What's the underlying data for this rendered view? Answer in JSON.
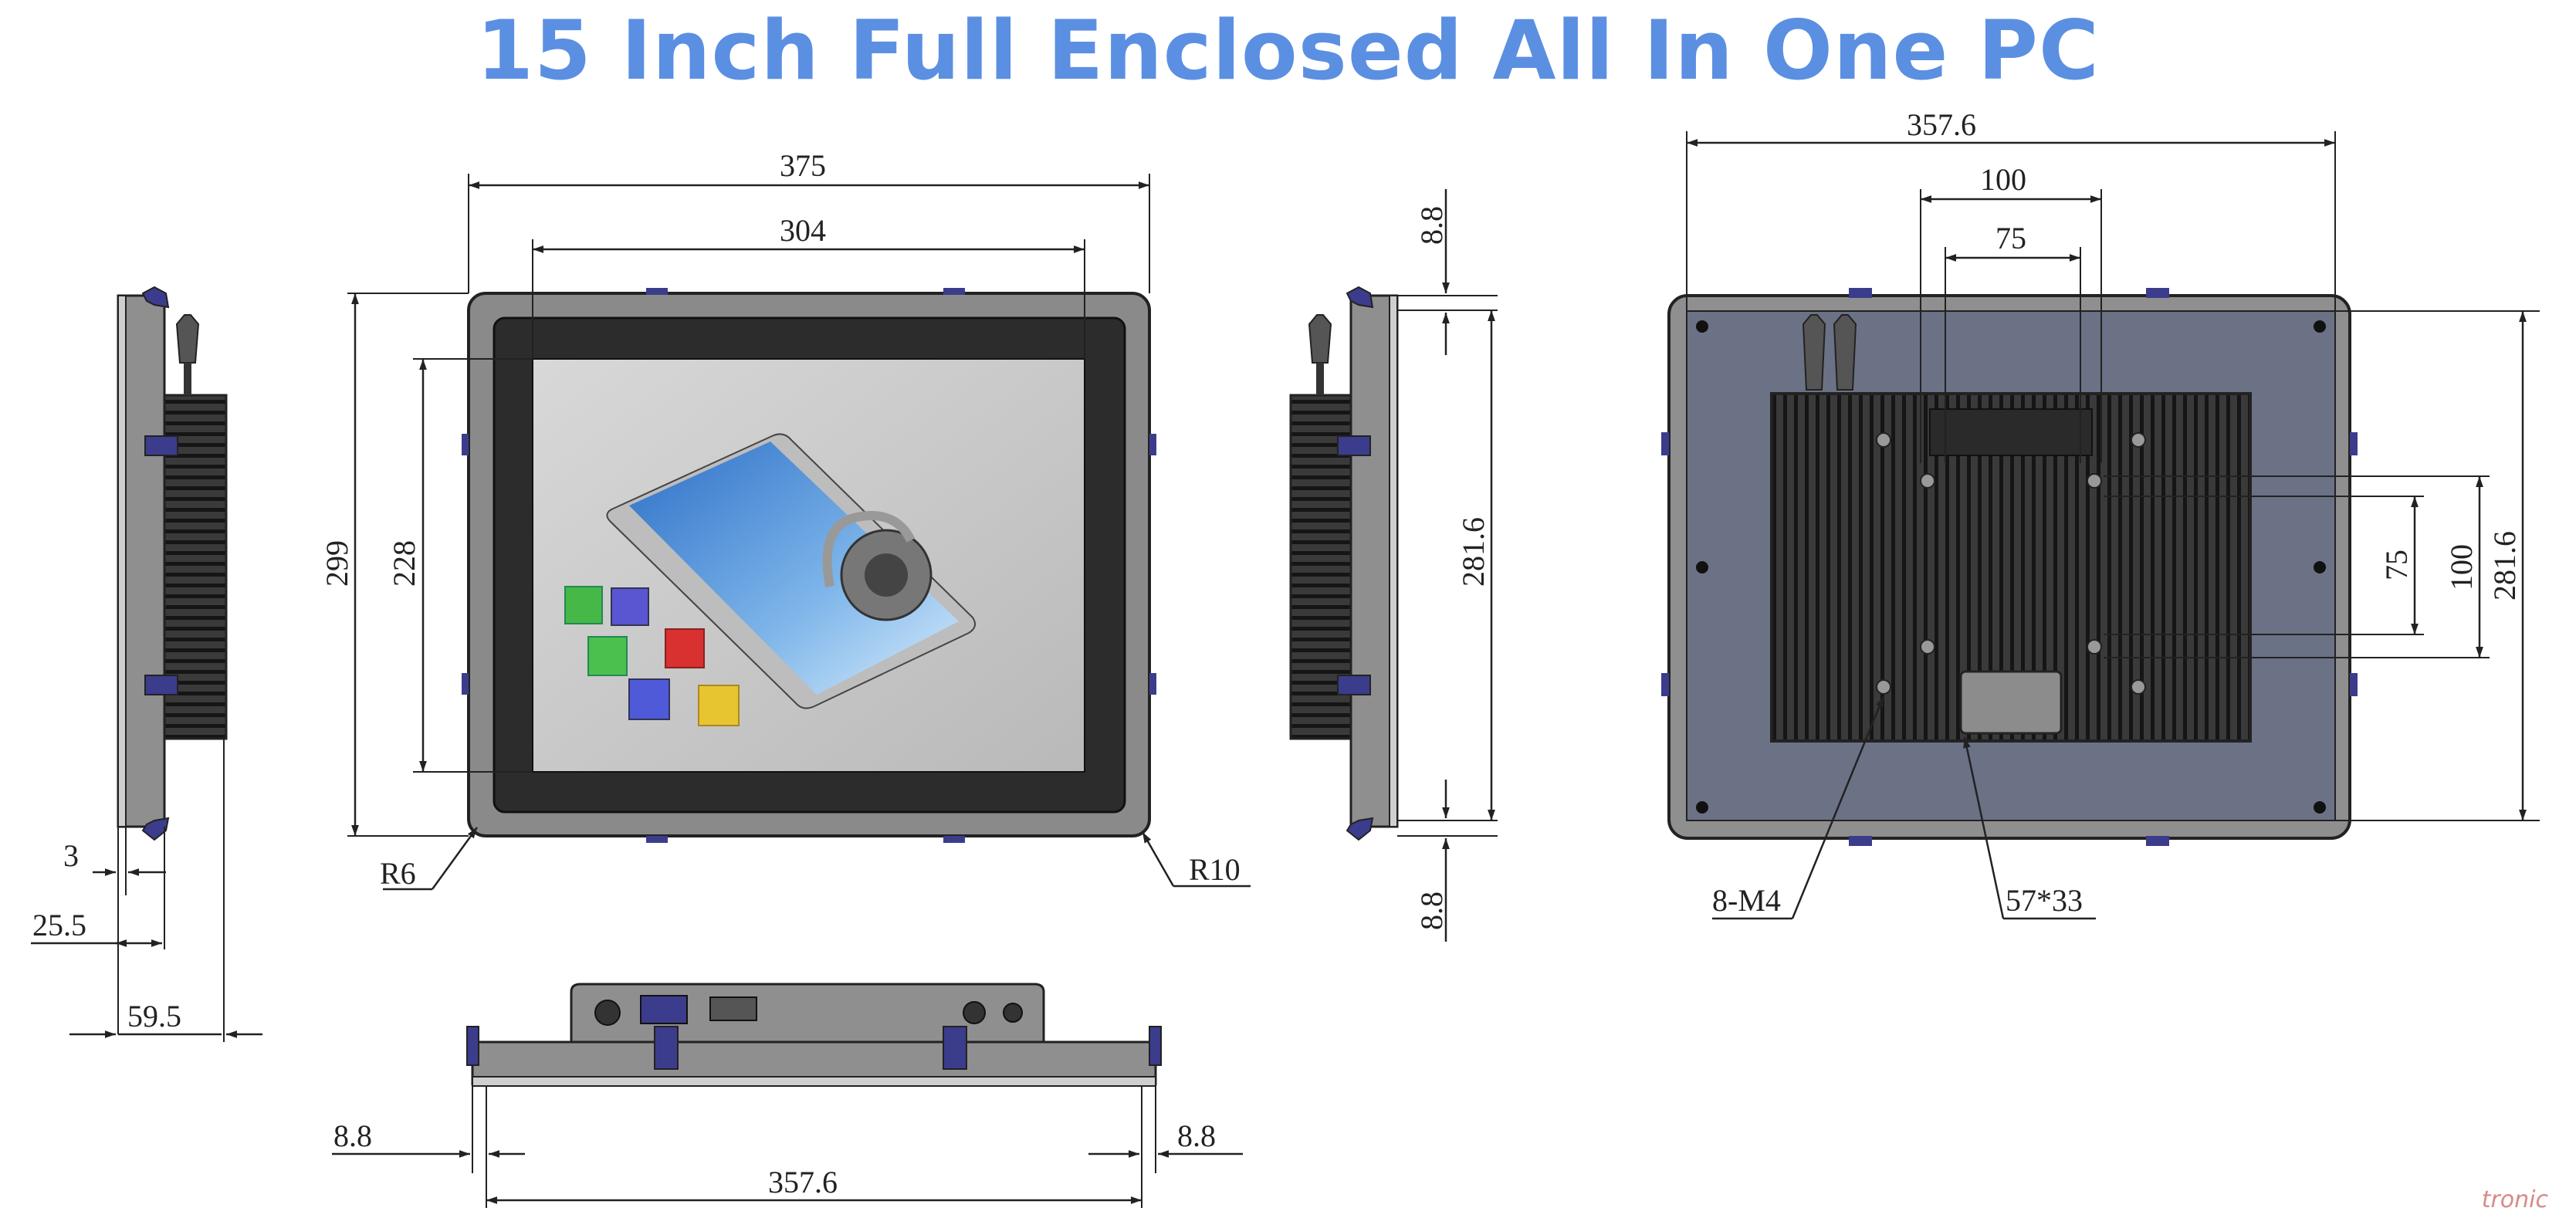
{
  "title": "15 Inch Full Enclosed All In One PC",
  "watermark": "tronic",
  "colors": {
    "title": "#5b8fe2",
    "frame": "#8a8a8a",
    "bezel": "#2c2c2c",
    "back_panel": "#6b7285",
    "bracket": "#3c3c8c"
  },
  "front_view": {
    "width_outer": "375",
    "width_display": "304",
    "height_outer": "299",
    "height_display": "228",
    "corner_left": "R6",
    "corner_right": "R10"
  },
  "side_view_left": {
    "depth_a": "3",
    "depth_b": "25.5",
    "depth_c": "59.5"
  },
  "side_view_right": {
    "margin_top": "8.8",
    "cutout_height": "281.6",
    "margin_bottom": "8.8"
  },
  "rear_view": {
    "cutout_width": "357.6",
    "vesa_outer_h": "100",
    "vesa_inner_h": "75",
    "vesa_inner_v": "75",
    "vesa_outer_v": "100",
    "cutout_height": "281.6",
    "screw_label": "8-M4",
    "label_area": "57*33"
  },
  "bottom_view": {
    "margin_left": "8.8",
    "margin_right": "8.8",
    "cutout_width": "357.6"
  }
}
